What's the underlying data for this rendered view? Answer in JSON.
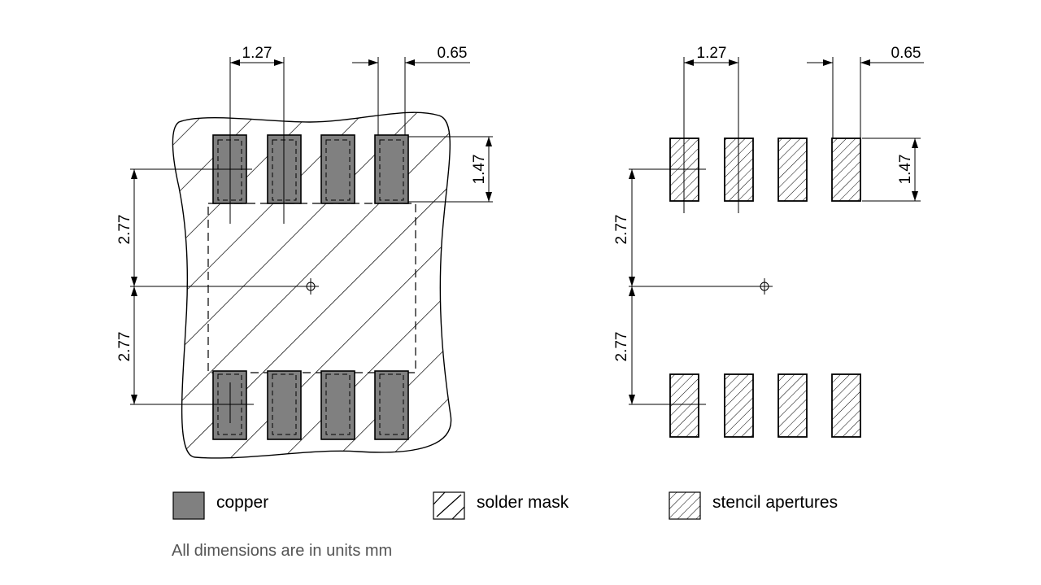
{
  "left_view": {
    "dim_pitch": "1.27",
    "dim_pad_width": "0.65",
    "dim_pad_height": "1.47",
    "dim_upper_offset": "2.77",
    "dim_lower_offset": "2.77"
  },
  "right_view": {
    "dim_pitch": "1.27",
    "dim_pad_width": "0.65",
    "dim_pad_height": "1.47",
    "dim_upper_offset": "2.77",
    "dim_lower_offset": "2.77"
  },
  "legend": {
    "copper": "copper",
    "solder_mask": "solder mask",
    "stencil": "stencil apertures"
  },
  "note": "All dimensions are in units mm",
  "colors": {
    "copper_fill": "#808080",
    "line": "#000000",
    "note_text": "#555555"
  }
}
